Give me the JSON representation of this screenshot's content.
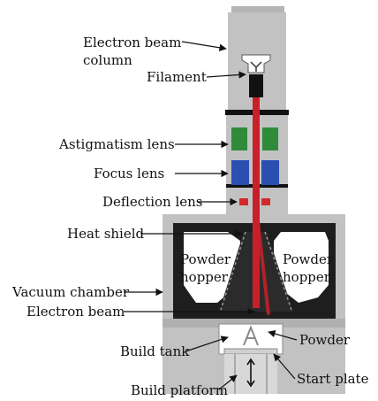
{
  "labels": {
    "electron_beam_column_line1": "Electron beam",
    "electron_beam_column_line2": "column",
    "filament": "Filament",
    "astigmatism_lens": "Astigmatism lens",
    "focus_lens": "Focus lens",
    "deflection_lens": "Deflection lens",
    "heat_shield": "Heat shield",
    "powder_hopper_left_line1": "Powder",
    "powder_hopper_left_line2": "hopper",
    "powder_hopper_right_line1": "Powder",
    "powder_hopper_right_line2": "hopper",
    "vacuum_chamber": "Vacuum chamber",
    "electron_beam": "Electron beam",
    "build_tank": "Build tank",
    "powder": "Powder",
    "start_plate": "Start plate",
    "build_platform": "Build platform"
  },
  "colors": {
    "machine_body": "#c2c2c2",
    "machine_body_dark": "#9c9c9c",
    "chamber_interior": "#1e1e1e",
    "beam": "#c8202a",
    "astigmatism_lens": "#2f8a3a",
    "focus_lens": "#2a4fb0",
    "deflection_lens": "#d22a2a",
    "hopper_fill": "#ffffff"
  }
}
